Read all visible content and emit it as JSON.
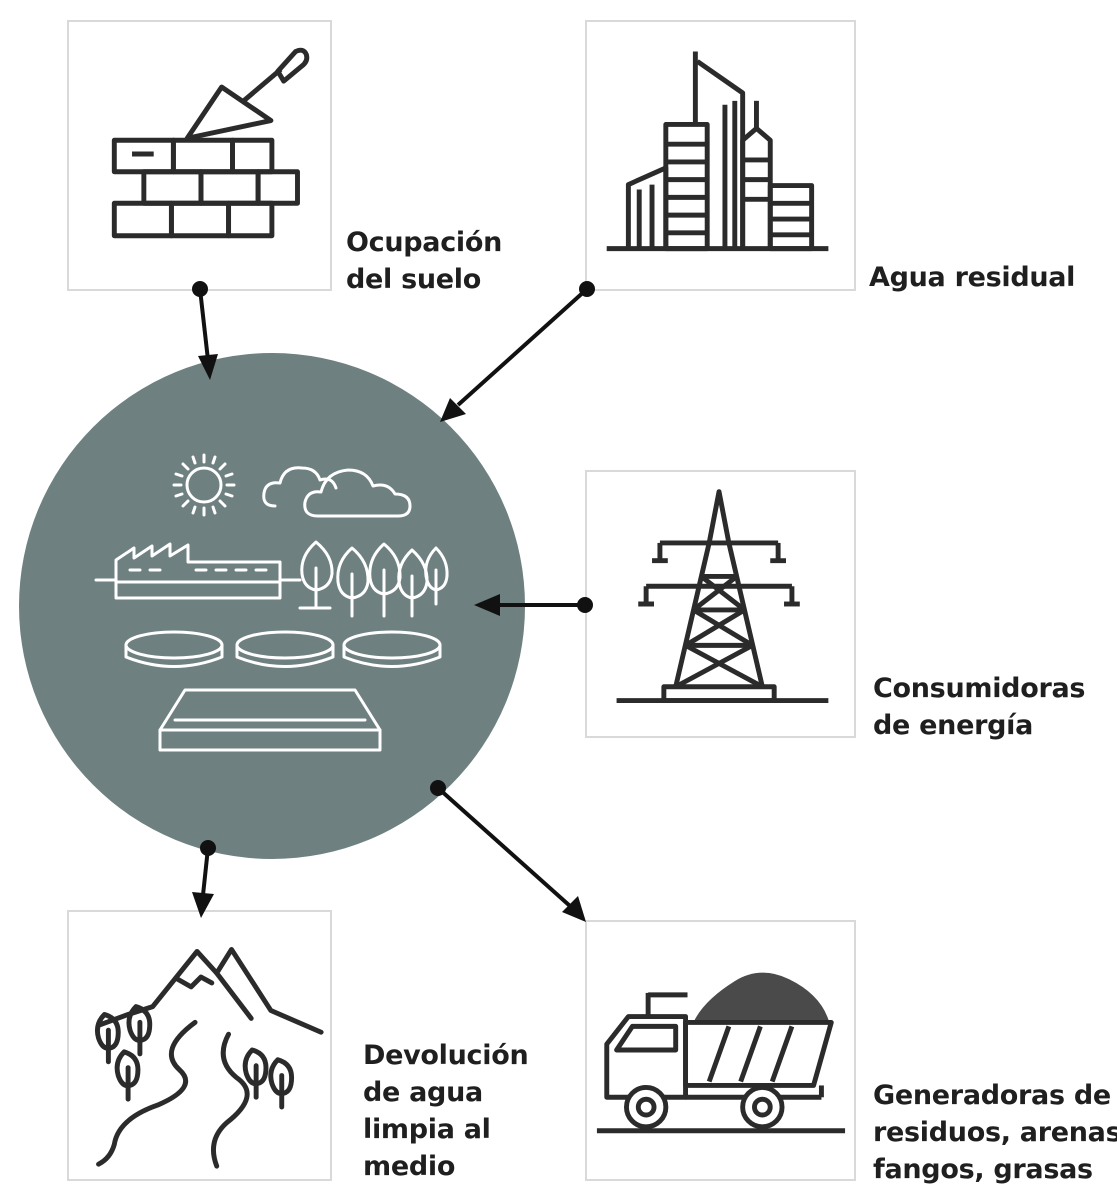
{
  "colors": {
    "circle": "#6e8080",
    "icon_on_circle": "#ffffff",
    "icon_stroke": "#2b2b2b",
    "panel_border": "#d9d9d9",
    "arrow": "#111111",
    "text": "#1f1f1f"
  },
  "center": {
    "icons": [
      "sun-icon",
      "clouds-icon",
      "factory-icon",
      "trees-icon",
      "round-tanks-icon",
      "rectangular-tank-icon"
    ]
  },
  "nodes": [
    {
      "id": "land",
      "icon": "brick-wall-trowel-icon",
      "label_lines": [
        "Ocupación",
        "del suelo"
      ],
      "relation": "input"
    },
    {
      "id": "wastewater",
      "icon": "city-buildings-icon",
      "label_lines": [
        "Agua residual"
      ],
      "relation": "input"
    },
    {
      "id": "energy",
      "icon": "power-tower-icon",
      "label_lines": [
        "Consumidoras",
        "de energía"
      ],
      "relation": "input"
    },
    {
      "id": "return",
      "icon": "mountains-river-icon",
      "label_lines": [
        "Devolución",
        "de agua",
        "limpia al",
        "medio"
      ],
      "relation": "output"
    },
    {
      "id": "waste",
      "icon": "dump-truck-icon",
      "label_lines": [
        "Generadoras de",
        "residuos, arenas,",
        "fangos, grasas"
      ],
      "relation": "output"
    }
  ]
}
